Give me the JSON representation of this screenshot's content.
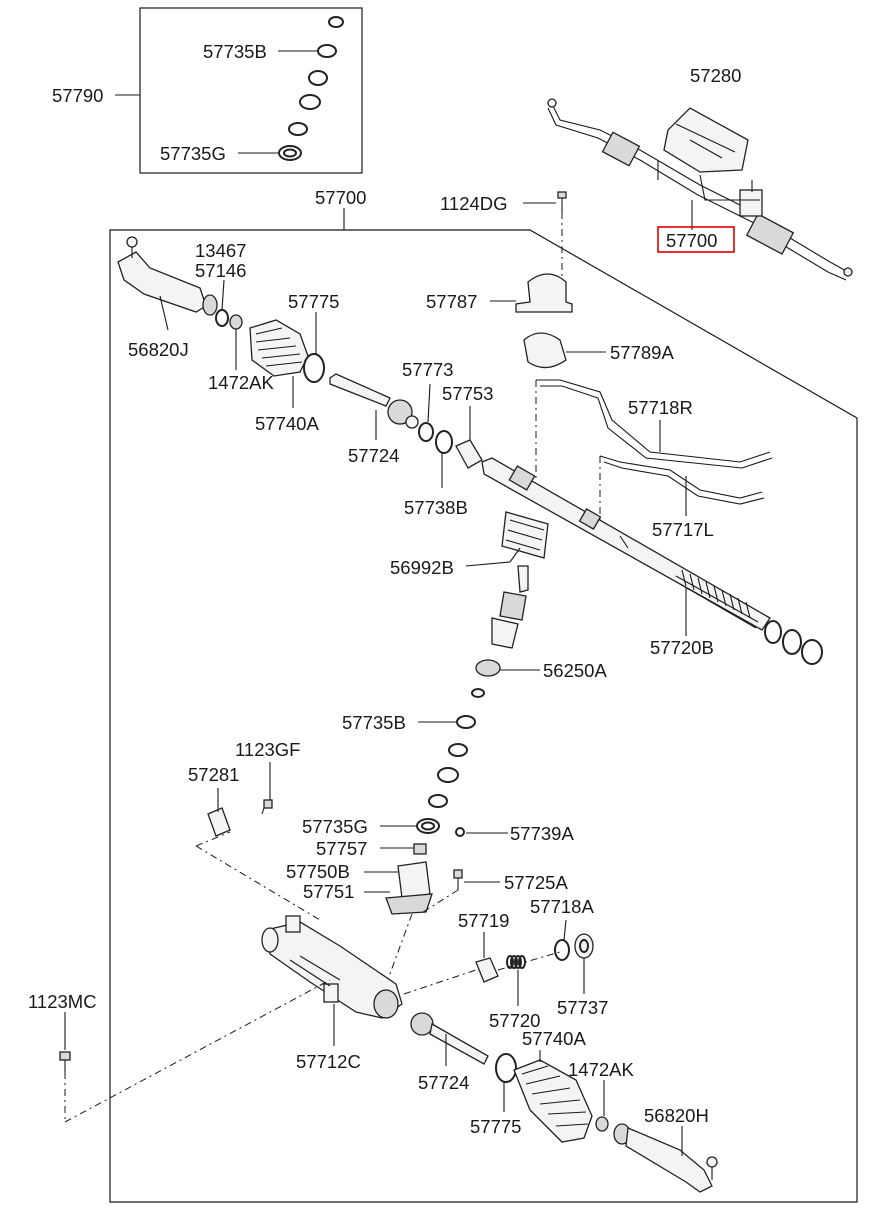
{
  "diagram": {
    "labels": {
      "l57790": "57790",
      "l57735B_top": "57735B",
      "l57735G_top": "57735G",
      "l57280": "57280",
      "l57700_ref": "57700",
      "l57700_main": "57700",
      "l1124DG": "1124DG",
      "l13467": "13467",
      "l57146": "57146",
      "l56820J": "56820J",
      "l57775_top": "57775",
      "l1472AK_top": "1472AK",
      "l57740A_top": "57740A",
      "l57787": "57787",
      "l57789A": "57789A",
      "l57773": "57773",
      "l57753": "57753",
      "l57724_top": "57724",
      "l57738B": "57738B",
      "l57718R": "57718R",
      "l57717L": "57717L",
      "l56992B": "56992B",
      "l57720B": "57720B",
      "l56250A": "56250A",
      "l57735B_mid": "57735B",
      "l57281": "57281",
      "l1123GF": "1123GF",
      "l57735G_mid": "57735G",
      "l57739A": "57739A",
      "l57757": "57757",
      "l57750B": "57750B",
      "l57751": "57751",
      "l57725A": "57725A",
      "l57719": "57719",
      "l57718A": "57718A",
      "l1123MC": "1123MC",
      "l57720": "57720",
      "l57737": "57737",
      "l57712C": "57712C",
      "l57740A_bot": "57740A",
      "l57724_bot": "57724",
      "l1472AK_bot": "1472AK",
      "l56820H": "56820H",
      "l57775_bot": "57775"
    },
    "highlight_color": "#e00000",
    "line_color": "#1a1a1a"
  }
}
